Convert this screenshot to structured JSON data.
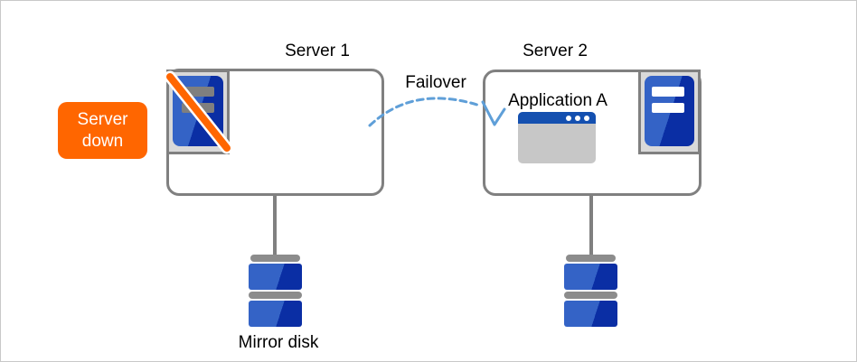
{
  "labels": {
    "server1": "Server 1",
    "server2": "Server 2",
    "failover": "Failover",
    "application": "Application A",
    "mirror_disk": "Mirror disk",
    "server_down": "Server down"
  },
  "icons": {
    "server1_status": "failed-server-icon-with-orange-slash",
    "server2_status": "active-server-icon",
    "application": "app-window-icon",
    "storage": "mirror-disk-stack-icon"
  },
  "colors": {
    "alert_orange": "#FF6600",
    "server_blue_light": "#3463C6",
    "server_blue_dark": "#0A2EA4",
    "border_gray": "#808080",
    "tile_gray": "#D9D9D9",
    "disabled_bar_gray": "#7F7F7F",
    "disk_cap_gray": "#8C8C8C",
    "arrow_blue": "#5F9FD8",
    "app_titlebar_blue": "#1450B0",
    "app_body_gray": "#C7C7C7"
  }
}
